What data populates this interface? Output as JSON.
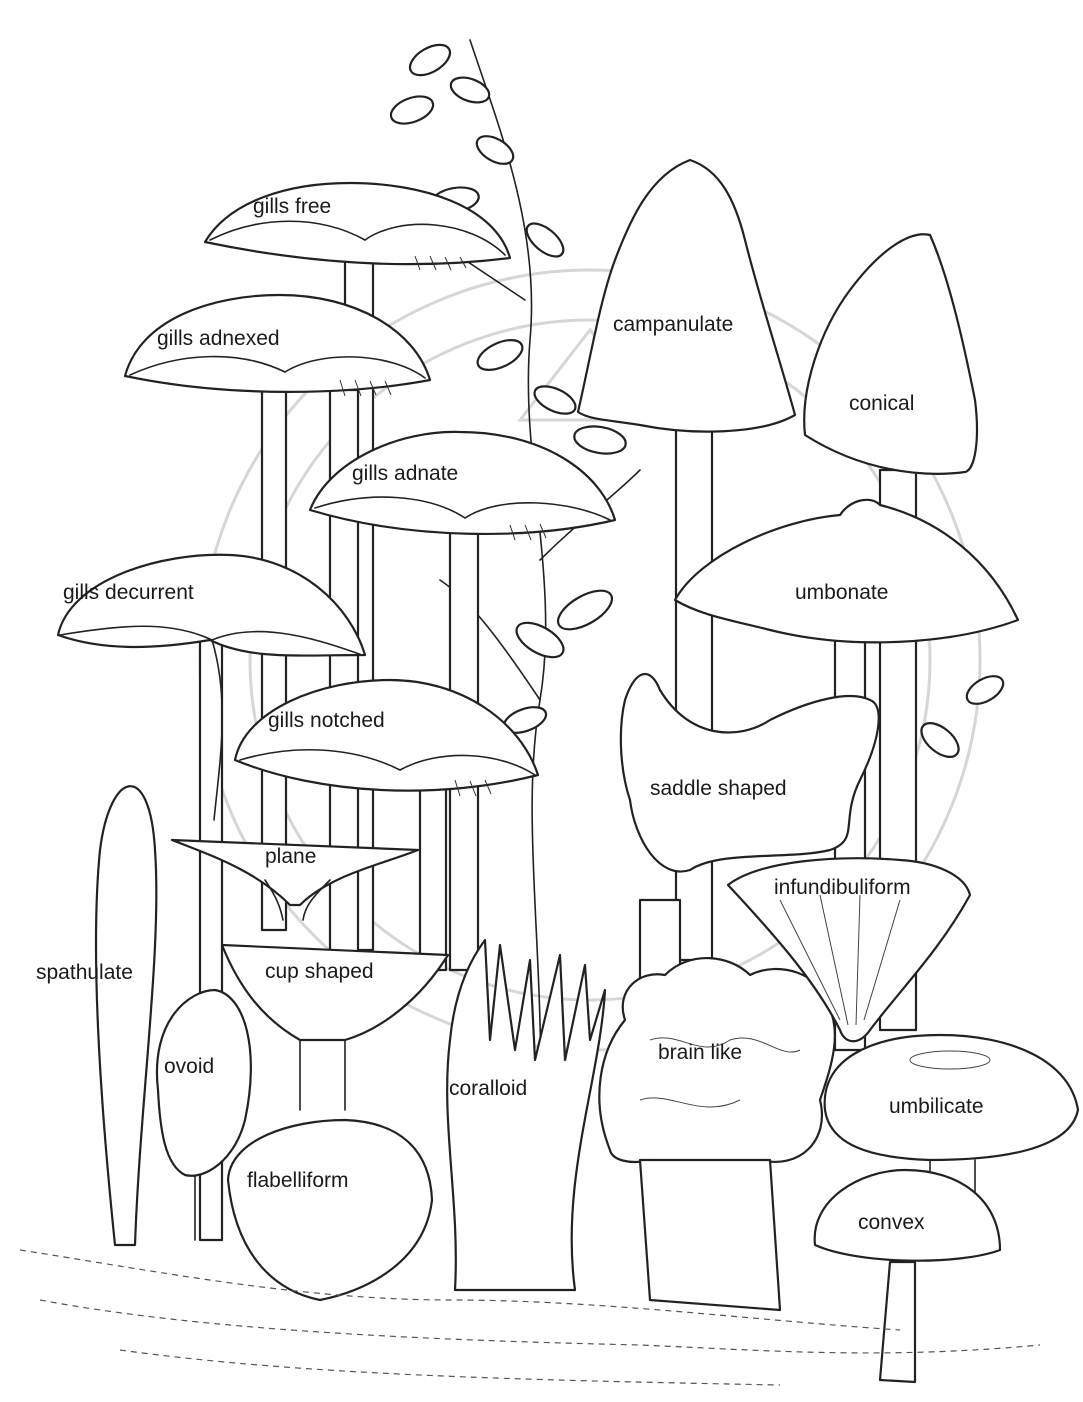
{
  "labels": {
    "gills_free": "gills free",
    "gills_adnexed": "gills adnexed",
    "gills_adnate": "gills adnate",
    "gills_decurrent": "gills decurrent",
    "gills_notched": "gills notched",
    "plane": "plane",
    "cup_shaped": "cup shaped",
    "spathulate": "spathulate",
    "ovoid": "ovoid",
    "flabelliform": "flabelliform",
    "coralloid": "coralloid",
    "brain_like": "brain like",
    "campanulate": "campanulate",
    "conical": "conical",
    "umbonate": "umbonate",
    "saddle_shaped": "saddle shaped",
    "infundibuliform": "infundibuliform",
    "umbilicate": "umbilicate",
    "convex": "convex"
  }
}
